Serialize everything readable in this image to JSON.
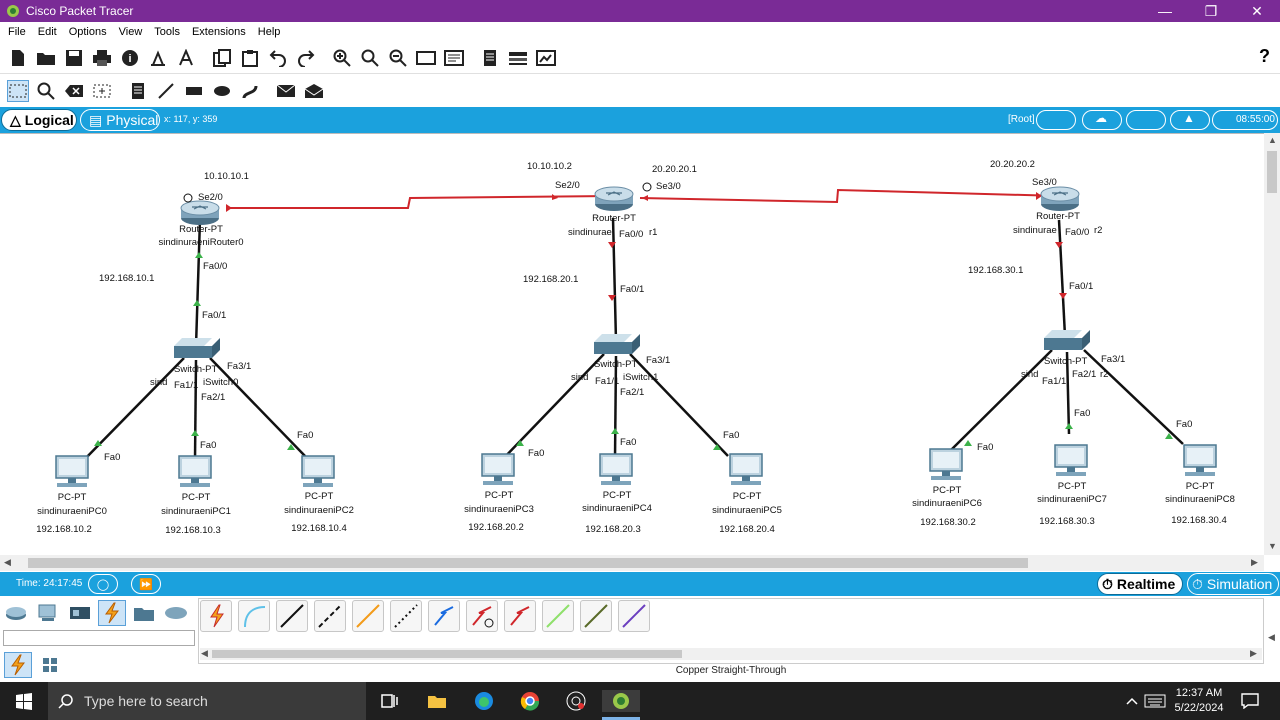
{
  "window": {
    "title": "Cisco Packet Tracer"
  },
  "menu": [
    "File",
    "Edit",
    "Options",
    "View",
    "Tools",
    "Extensions",
    "Help"
  ],
  "toolbar": {
    "main_icons": [
      "new-file-icon",
      "open-folder-icon",
      "save-icon",
      "print-icon",
      "info-icon",
      "wireless-wizard-icon",
      "network-info-icon",
      "copy-icon",
      "paste-icon",
      "undo-icon",
      "redo-icon",
      "zoom-in-icon",
      "zoom-reset-icon",
      "zoom-out-icon",
      "drawing-palette-icon",
      "custom-device-icon",
      "viewport-icon",
      "text-tool-icon",
      "resize-icon"
    ],
    "help_label": "?"
  },
  "toolbar2": {
    "tools": [
      "select-tool-icon",
      "inspect-icon",
      "delete-icon",
      "resize-shape-icon",
      "note-icon",
      "line-icon",
      "rectangle-icon",
      "ellipse-icon",
      "freeform-icon",
      "add-simple-pdu-icon",
      "add-complex-pdu-icon"
    ]
  },
  "viewbar": {
    "logical_label": "Logical",
    "physical_label": "Physical",
    "coords": "x: 117, y: 359",
    "root_label": "[Root]",
    "clock": "08:55:00"
  },
  "topology": {
    "routers": [
      {
        "name": "sindinuraeniRouter0",
        "model": "Router-PT"
      },
      {
        "name": "sindinurae",
        "model": "Router-PT"
      },
      {
        "name": "sindinurae",
        "model": "Router-PT"
      }
    ],
    "router_suffix_labels": [
      "r1",
      "r2"
    ],
    "switches": [
      {
        "model": "Switch-PT",
        "name": "iSwitch0",
        "prefix": "sind"
      },
      {
        "model": "Switch-PT",
        "name": "iSwitch1",
        "prefix": "sind"
      },
      {
        "model": "Switch-PT",
        "name": "r2",
        "prefix": "sind"
      }
    ],
    "pcs": [
      {
        "model": "PC-PT",
        "name": "sindinuraeniPC0",
        "ip": "192.168.10.2"
      },
      {
        "model": "PC-PT",
        "name": "sindinuraeniPC1",
        "ip": "192.168.10.3"
      },
      {
        "model": "PC-PT",
        "name": "sindinuraeniPC2",
        "ip": "192.168.10.4"
      },
      {
        "model": "PC-PT",
        "name": "sindinuraeniPC3",
        "ip": "192.168.20.2"
      },
      {
        "model": "PC-PT",
        "name": "sindinuraeniPC4",
        "ip": "192.168.20.3"
      },
      {
        "model": "PC-PT",
        "name": "sindinuraeniPC5",
        "ip": "192.168.20.4"
      },
      {
        "model": "PC-PT",
        "name": "sindinuraeniPC6",
        "ip": "192.168.30.2"
      },
      {
        "model": "PC-PT",
        "name": "sindinuraeniPC7",
        "ip": "192.168.30.3"
      },
      {
        "model": "PC-PT",
        "name": "sindinuraeniPC8",
        "ip": "192.168.30.4"
      }
    ],
    "serial_ips": [
      "10.10.10.1",
      "10.10.10.2",
      "20.20.20.1",
      "20.20.20.2"
    ],
    "gateway_ips": [
      "192.168.10.1",
      "192.168.20.1",
      "192.168.30.1"
    ],
    "ports": {
      "se20": "Se2/0",
      "se30": "Se3/0",
      "fa00": "Fa0/0",
      "fa01": "Fa0/1",
      "fa11": "Fa1/1",
      "fa21": "Fa2/1",
      "fa31": "Fa3/1",
      "fa0": "Fa0"
    },
    "link_colors": {
      "serial": "#d0262b",
      "copper": "#111111",
      "up": "#3cb24a",
      "down": "#d0262b"
    }
  },
  "simbar": {
    "time": "Time: 24:17:45",
    "realtime_label": "Realtime",
    "simulation_label": "Simulation"
  },
  "palette": {
    "categories": [
      "network-devices-icon",
      "end-devices-icon",
      "components-icon",
      "connections-icon",
      "misc-icon",
      "multiuser-icon"
    ],
    "selected_category": "connections-icon",
    "connections": [
      "automatic-connection-icon",
      "console-cable-icon",
      "copper-straight-through-icon",
      "copper-cross-over-icon",
      "fiber-icon",
      "phone-cable-icon",
      "coaxial-cable-icon",
      "serial-dce-icon",
      "serial-dte-icon",
      "octal-cable-icon",
      "iot-custom-cable-icon",
      "usb-cable-icon"
    ],
    "selected_connection_name": "Copper Straight-Through"
  },
  "taskbar": {
    "search_placeholder": "Type here to search",
    "time": "12:37 AM",
    "date": "5/22/2024"
  }
}
